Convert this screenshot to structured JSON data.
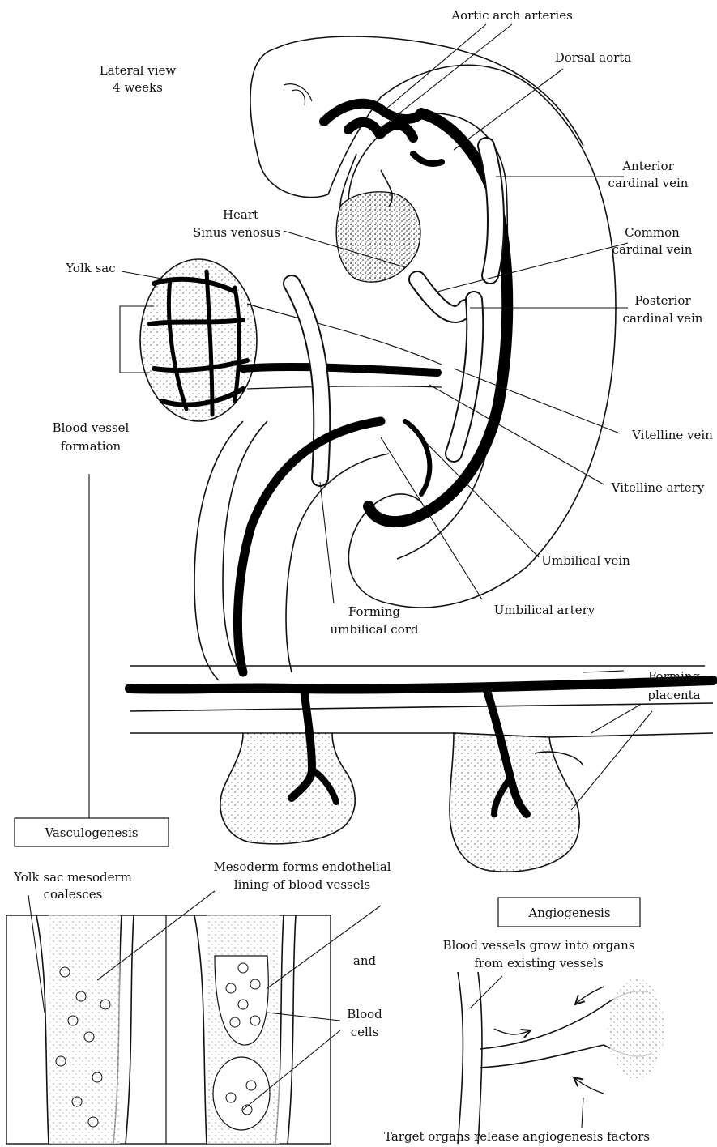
{
  "header": {
    "view_line1": "Lateral view",
    "view_line2": "4 weeks"
  },
  "labels": {
    "aortic_arch_arteries": "Aortic arch arteries",
    "dorsal_aorta": "Dorsal aorta",
    "anterior_cardinal_vein_1": "Anterior",
    "anterior_cardinal_vein_2": "cardinal vein",
    "heart_1": "Heart",
    "heart_2": "Sinus venosus",
    "common_cardinal_vein_1": "Common",
    "common_cardinal_vein_2": "cardinal vein",
    "yolk_sac": "Yolk sac",
    "posterior_cardinal_vein_1": "Posterior",
    "posterior_cardinal_vein_2": "cardinal vein",
    "blood_vessel_formation_1": "Blood vessel",
    "blood_vessel_formation_2": "formation",
    "vitelline_vein": "Vitelline vein",
    "vitelline_artery": "Vitelline artery",
    "umbilical_vein": "Umbilical vein",
    "forming_umbilical_cord_1": "Forming",
    "forming_umbilical_cord_2": "umbilical cord",
    "umbilical_artery": "Umbilical artery",
    "forming_placenta_1": "Forming",
    "forming_placenta_2": "placenta"
  },
  "vasculogenesis": {
    "box_label": "Vasculogenesis",
    "yolk_sac_mesoderm_1": "Yolk sac mesoderm",
    "yolk_sac_mesoderm_2": "coalesces",
    "mesoderm_forms_1": "Mesoderm forms endothelial",
    "mesoderm_forms_2": "lining of blood vessels",
    "and": "and",
    "blood_cells_1": "Blood",
    "blood_cells_2": "cells"
  },
  "angiogenesis": {
    "box_label": "Angiogenesis",
    "grow_1": "Blood vessels grow into organs",
    "grow_2": "from existing vessels",
    "target": "Target organs release angiogenesis factors"
  }
}
